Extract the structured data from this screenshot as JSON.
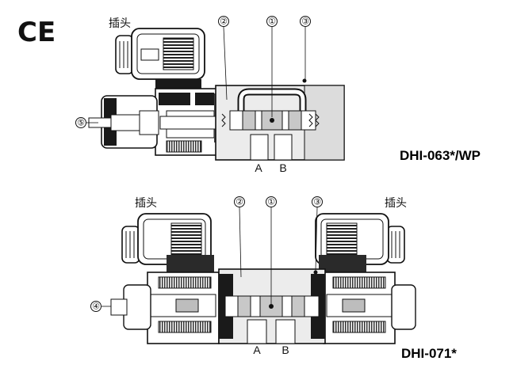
{
  "ce_mark": "CE",
  "top_valve": {
    "model": "DHI-063*/WP",
    "plug_label": "插头",
    "callouts": [
      "②",
      "①",
      "③",
      "⑤"
    ],
    "ports": [
      "A",
      "B"
    ]
  },
  "bottom_valve": {
    "model": "DHI-071*",
    "plug_label_left": "插头",
    "plug_label_right": "插头",
    "callouts": [
      "②",
      "①",
      "③",
      "④"
    ],
    "ports": [
      "A",
      "B"
    ]
  }
}
